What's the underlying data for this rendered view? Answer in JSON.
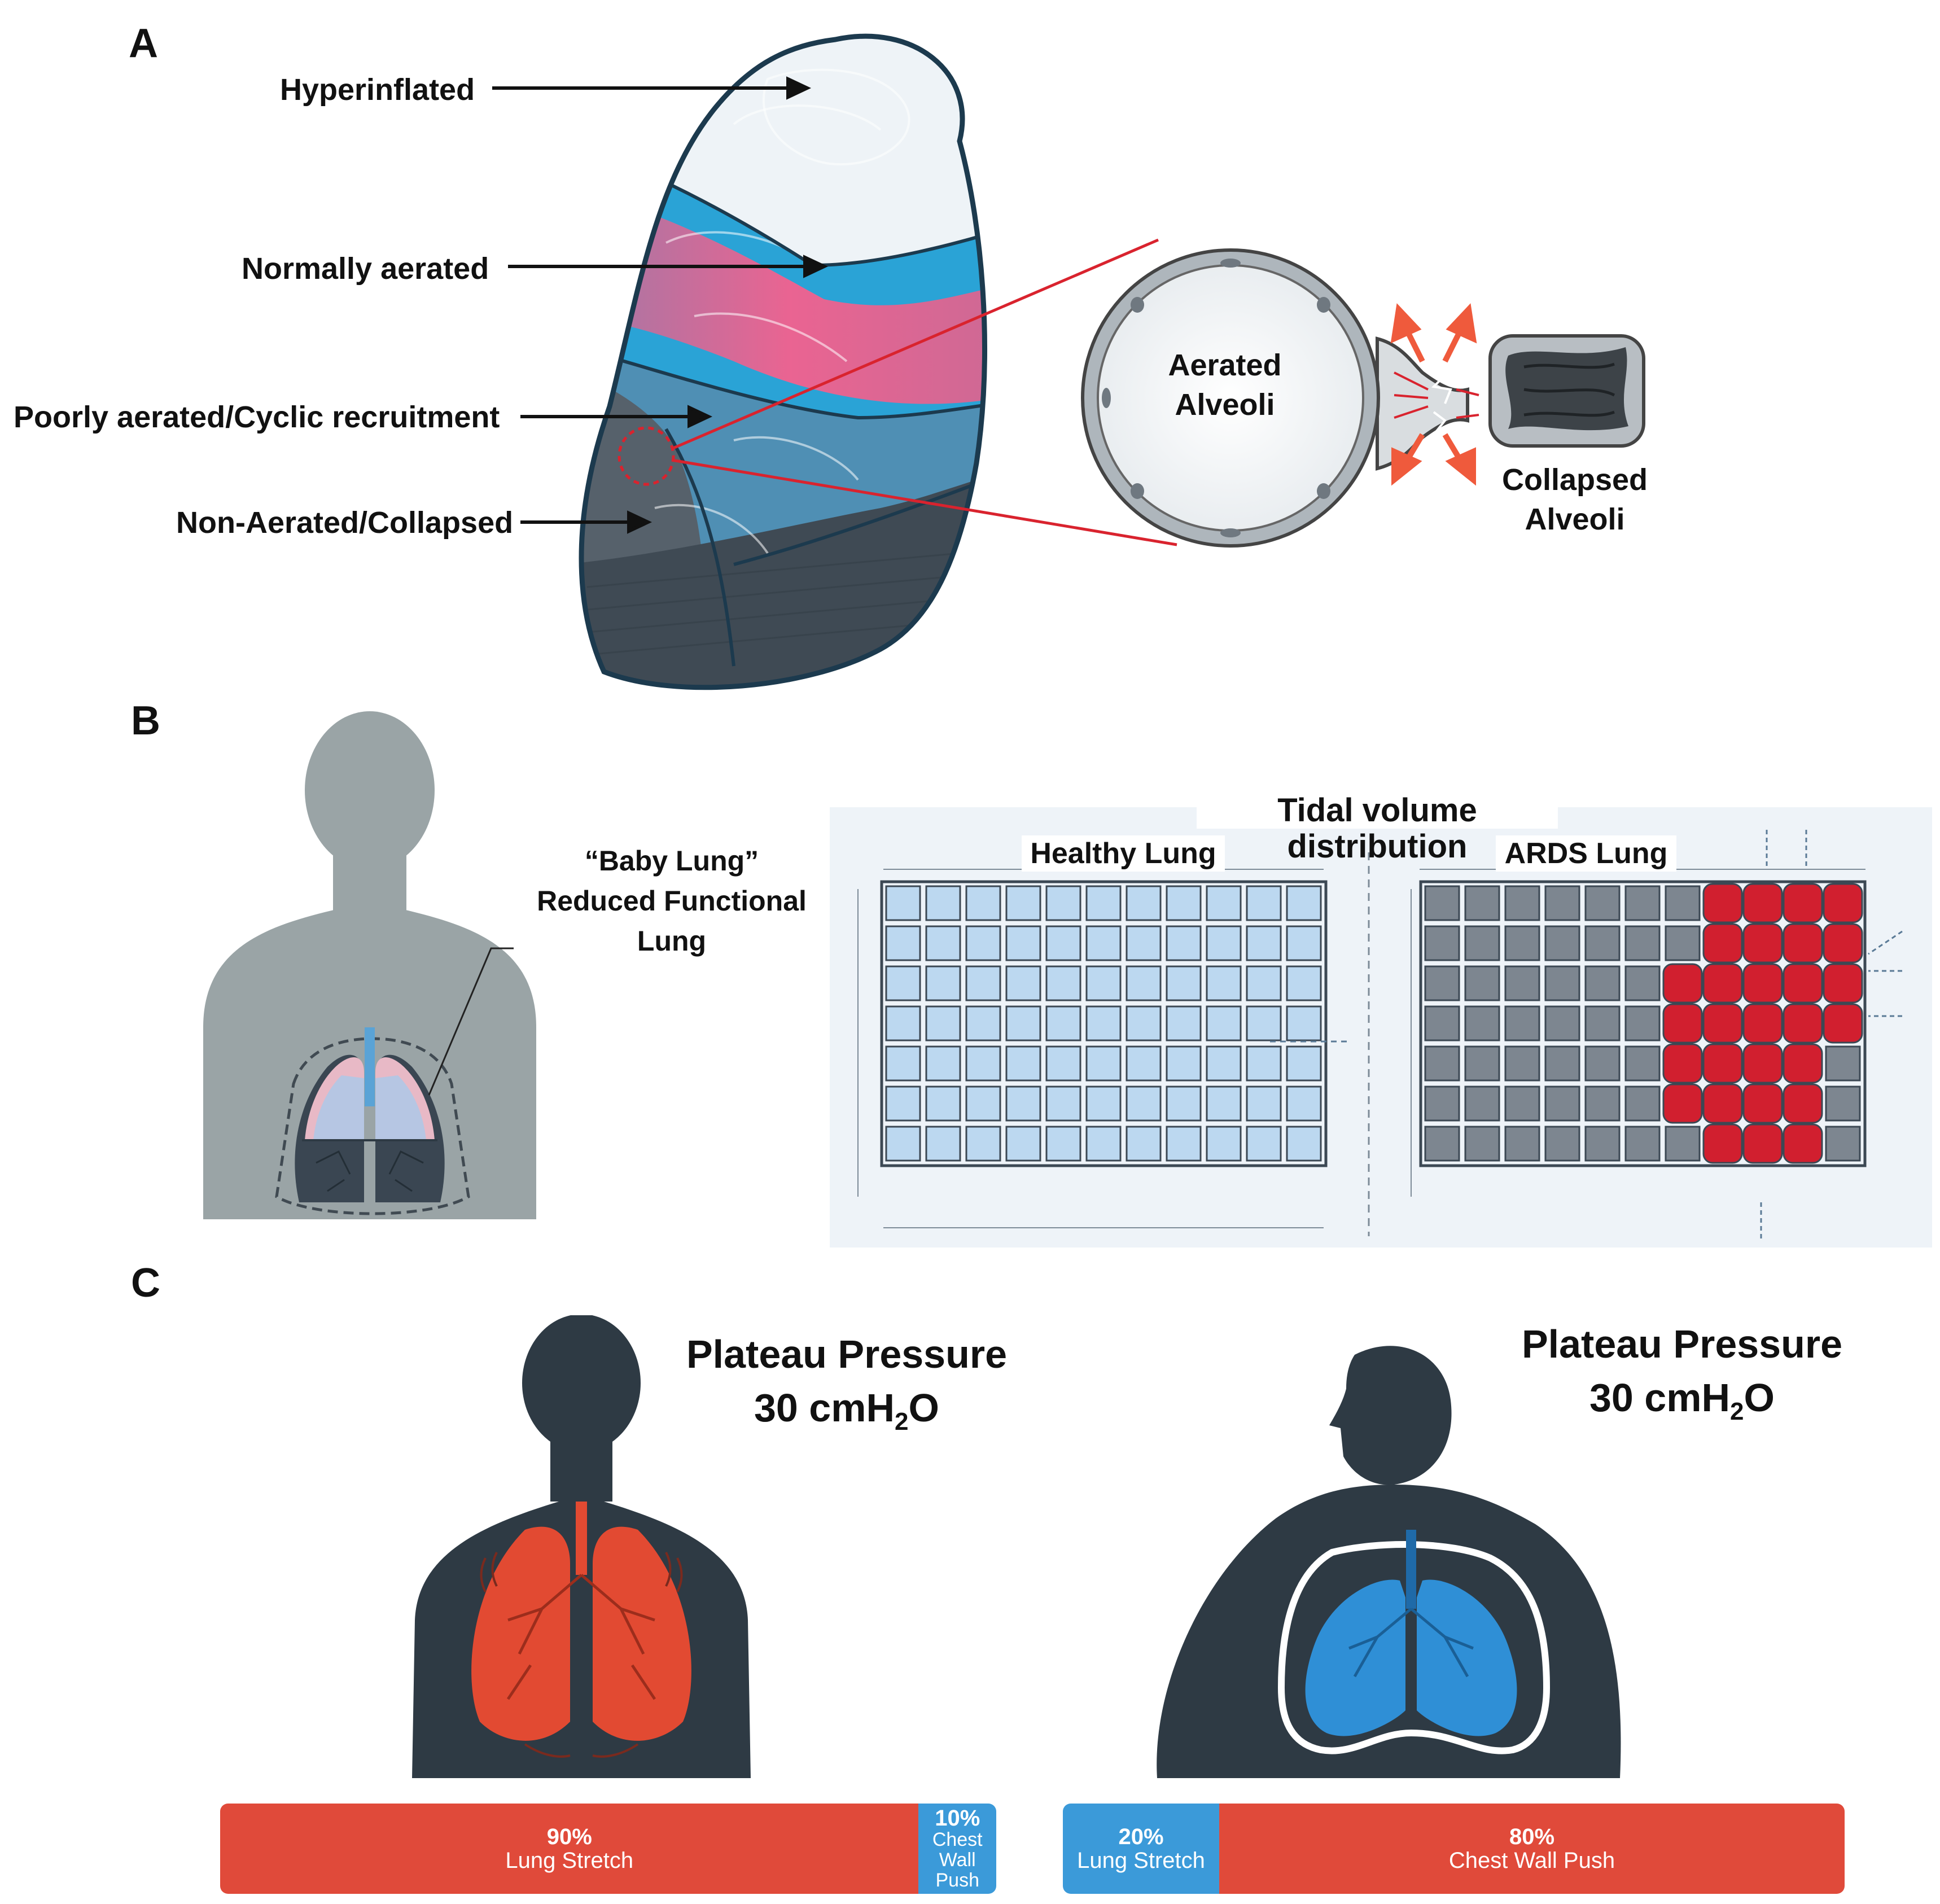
{
  "panels": {
    "a": {
      "letter": "A",
      "labels": {
        "hyperinflated": "Hyperinflated",
        "normally": "Normally aerated",
        "poorly": "Poorly aerated/Cyclic recruitment",
        "non_aerated": "Non-Aerated/Collapsed"
      },
      "alveoli": {
        "aerated_line1": "Aerated",
        "aerated_line2": "Alveoli",
        "collapsed_line1": "Collapsed",
        "collapsed_line2": "Alveoli"
      }
    },
    "b": {
      "letter": "B",
      "baby_lung": {
        "line1": "“Baby Lung”",
        "line2": "Reduced Functional",
        "line3": "Lung"
      },
      "grid_title": "Tidal volume distribution",
      "healthy_title": "Healthy Lung",
      "ards_title": "ARDS Lung",
      "grid_rows": 7,
      "grid_cols": 11
    },
    "c": {
      "letter": "C",
      "left": {
        "pp_line1": "Plateau Pressure",
        "pp_value": "30 cmH",
        "pp_sub": "2",
        "pp_suffix": "O",
        "bar": [
          {
            "pct": "90%",
            "name": "Lung Stretch",
            "fraction": 0.9,
            "color": "#e04a3a"
          },
          {
            "pct": "10%",
            "name": "Chest Wall Push",
            "fraction": 0.1,
            "color": "#3b9ad9"
          }
        ]
      },
      "right": {
        "pp_line1": "Plateau Pressure",
        "pp_value": "30 cmH",
        "pp_sub": "2",
        "pp_suffix": "O",
        "bar": [
          {
            "pct": "20%",
            "name": "Lung Stretch",
            "fraction": 0.2,
            "color": "#3b9ad9"
          },
          {
            "pct": "80%",
            "name": "Chest Wall Push",
            "fraction": 0.8,
            "color": "#e04a3a"
          }
        ]
      }
    }
  },
  "colors": {
    "hyperinflated": "#eef3f7",
    "normal_blue": "#2aa3d6",
    "normal_pink": "#f25c86",
    "poorly": "#4f8fb4",
    "collapsed": "#3f4a54",
    "silhouette_gray": "#9aa4a6",
    "silhouette_dark": "#2e3a44",
    "healthy_cell": "#bcd8f0",
    "ards_gray": "#7d8690",
    "ards_red": "#d11f2f",
    "lung_red": "#e24a32",
    "lung_blue": "#2f8fd6"
  }
}
